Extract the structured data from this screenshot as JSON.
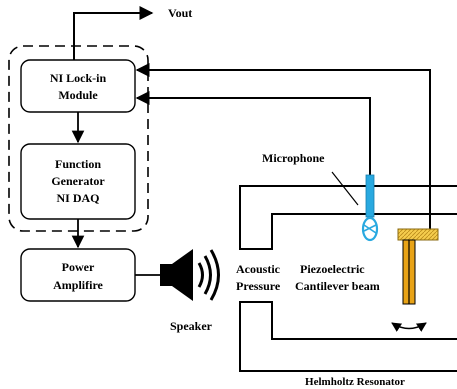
{
  "labels": {
    "vout": "Vout",
    "lockin_line1": "NI Lock-in",
    "lockin_line2": "Module",
    "funcgen_line1": "Function",
    "funcgen_line2": "Generator",
    "funcgen_line3": "NI DAQ",
    "amp_line1": "Power",
    "amp_line2": "Amplifire",
    "speaker": "Speaker",
    "microphone": "Microphone",
    "acoustic_line1": "Acoustic",
    "acoustic_line2": "Pressure",
    "cantilever_line1": "Piezoelectric",
    "cantilever_line2": "Cantilever beam",
    "resonator": "Helmholtz Resonator"
  },
  "colors": {
    "microphone": "#29a9e0",
    "beam": "#e8a317",
    "clamp": "#f5cc4d",
    "line": "#000000"
  }
}
